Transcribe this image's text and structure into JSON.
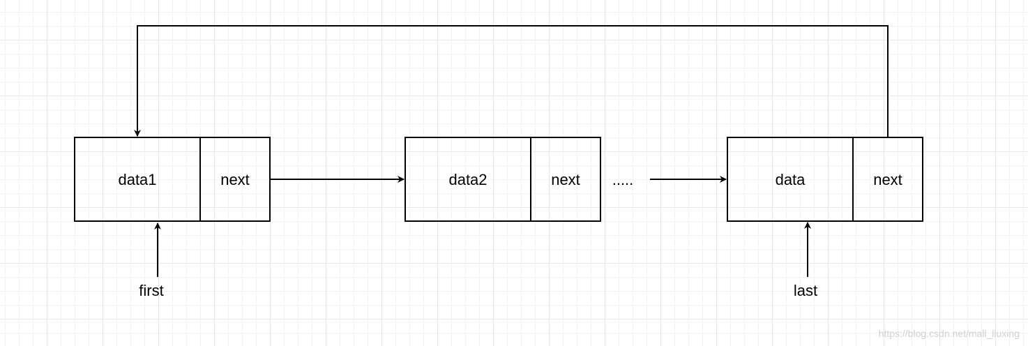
{
  "nodes": [
    {
      "data_label": "data1",
      "next_label": "next"
    },
    {
      "data_label": "data2",
      "next_label": "next"
    },
    {
      "data_label": "data",
      "next_label": "next"
    }
  ],
  "ellipsis": ".....",
  "pointers": {
    "first": "first",
    "last": "last"
  },
  "watermark": "https://blog.csdn.net/mall_liuxing",
  "colors": {
    "stroke": "#000000",
    "grid": "#e6e6e6",
    "background": "#ffffff"
  }
}
